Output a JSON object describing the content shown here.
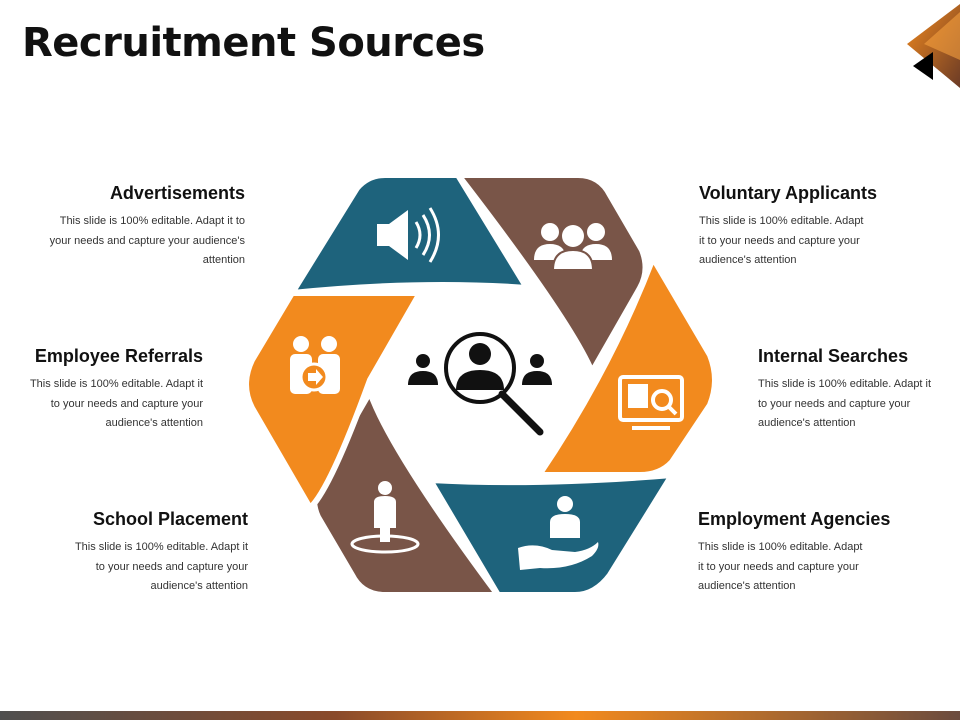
{
  "title": "Recruitment Sources",
  "colors": {
    "teal": "#1e637c",
    "brown": "#795548",
    "orange": "#f28a1e",
    "dark": "#111111"
  },
  "items": [
    {
      "heading": "Advertisements",
      "desc_lines": [
        "This slide is 100% editable. Adapt it to",
        "your needs and capture your audience's",
        "attention"
      ],
      "icon": "megaphone-icon",
      "color": "teal"
    },
    {
      "heading": "Voluntary Applicants",
      "desc_lines": [
        "This slide is 100% editable. Adapt",
        "it to your needs and capture your",
        "audience's attention"
      ],
      "icon": "team-icon",
      "color": "brown"
    },
    {
      "heading": "Internal Searches",
      "desc_lines": [
        "This slide is 100% editable. Adapt it",
        "to your needs and capture your",
        "audience's attention"
      ],
      "icon": "monitor-search-icon",
      "color": "orange"
    },
    {
      "heading": "Employment Agencies",
      "desc_lines": [
        "This slide is 100% editable. Adapt",
        "it to your needs and capture your",
        "audience's attention"
      ],
      "icon": "hand-person-icon",
      "color": "teal"
    },
    {
      "heading": "School Placement",
      "desc_lines": [
        "This slide is 100% editable. Adapt it",
        "to your needs and capture your",
        "audience's attention"
      ],
      "icon": "person-spotlight-icon",
      "color": "brown"
    },
    {
      "heading": "Employee Referrals",
      "desc_lines": [
        "This slide is 100% editable. Adapt it",
        "to your needs and capture your",
        "audience's attention"
      ],
      "icon": "referral-icon",
      "color": "orange"
    }
  ],
  "center_icon": "people-search-icon"
}
